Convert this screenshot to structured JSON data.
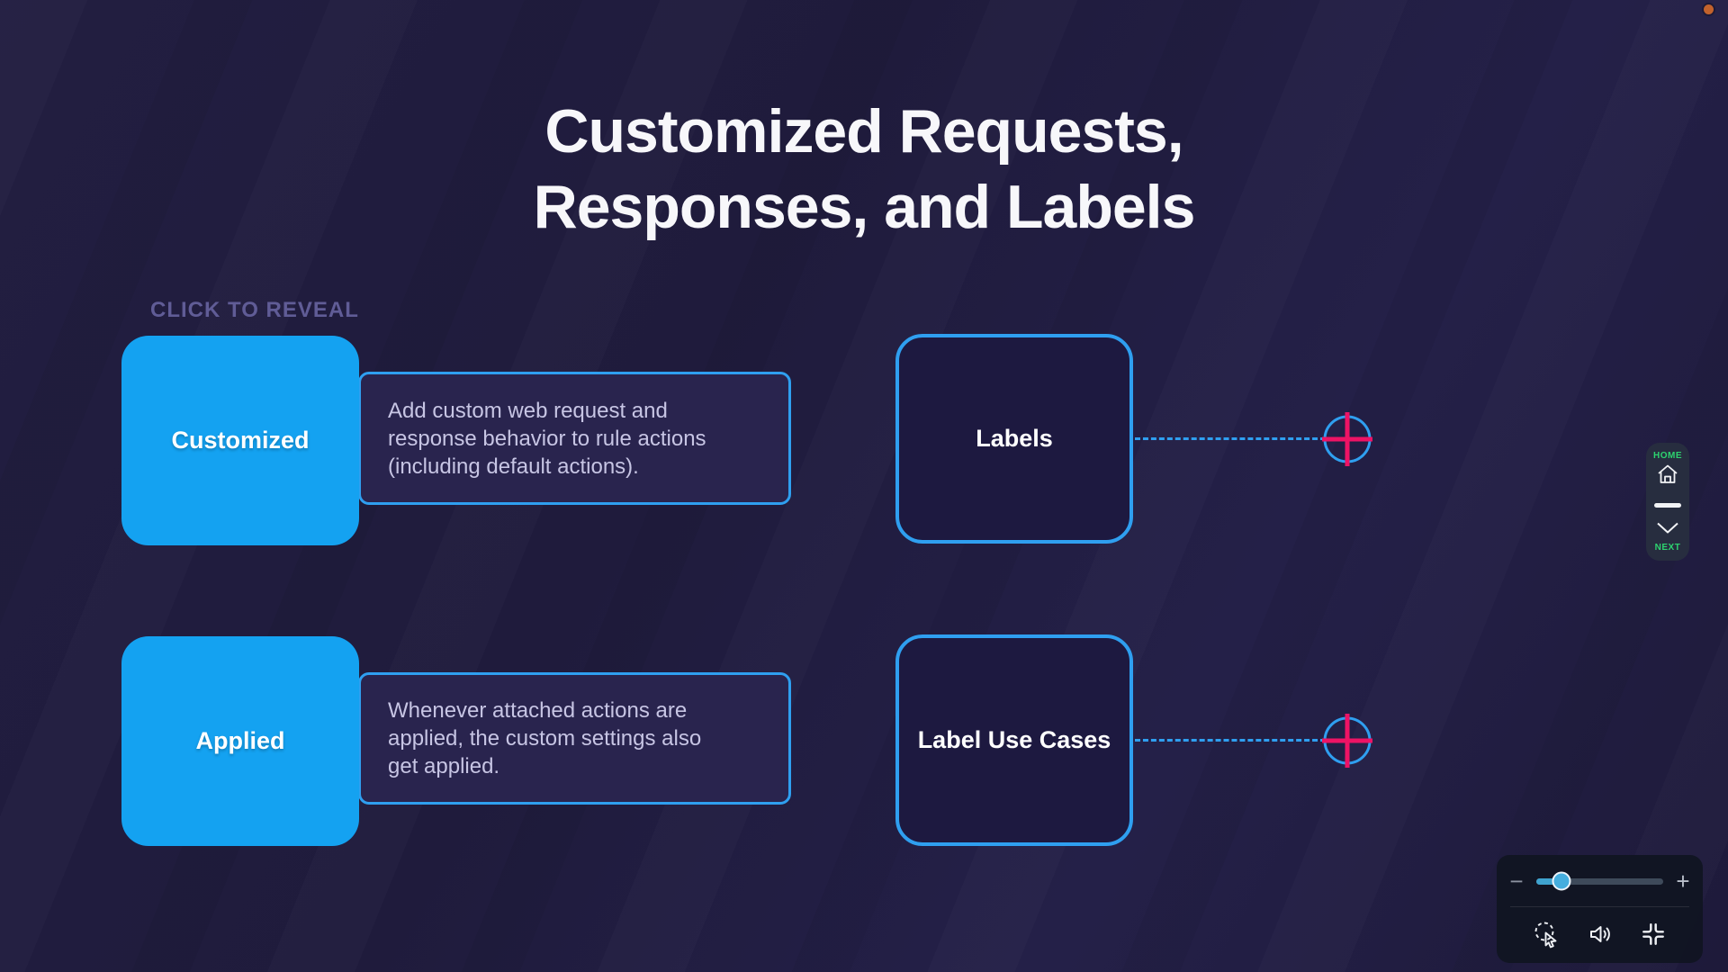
{
  "slide": {
    "title_line1": "Customized Requests,",
    "title_line2": "Responses, and Labels",
    "instruction": "CLICK TO REVEAL"
  },
  "revealed_items": [
    {
      "label": "Customized",
      "description": "Add custom web request and response behavior to rule actions (including default actions)."
    },
    {
      "label": "Applied",
      "description": "Whenever attached actions are applied, the custom settings also get applied."
    }
  ],
  "unrevealed_items": [
    {
      "label": "Labels",
      "reveal_icon": "plus-circle-icon"
    },
    {
      "label": "Label Use Cases",
      "reveal_icon": "plus-circle-icon"
    }
  ],
  "nav_widget": {
    "home_label": "HOME",
    "next_label": "NEXT",
    "home_icon": "home-icon",
    "next_icon": "chevron-down-icon"
  },
  "player_controls": {
    "zoom_out_label": "−",
    "zoom_in_label": "+",
    "slider_value_percent": 20,
    "icons": [
      "cursor-click-icon",
      "volume-icon",
      "compress-icon"
    ]
  },
  "colors": {
    "accent_blue": "#2f9ff0",
    "card_blue": "#14a2f1",
    "pink": "#ee1365",
    "green": "#2dd36f",
    "muted_purple": "#605c96"
  }
}
